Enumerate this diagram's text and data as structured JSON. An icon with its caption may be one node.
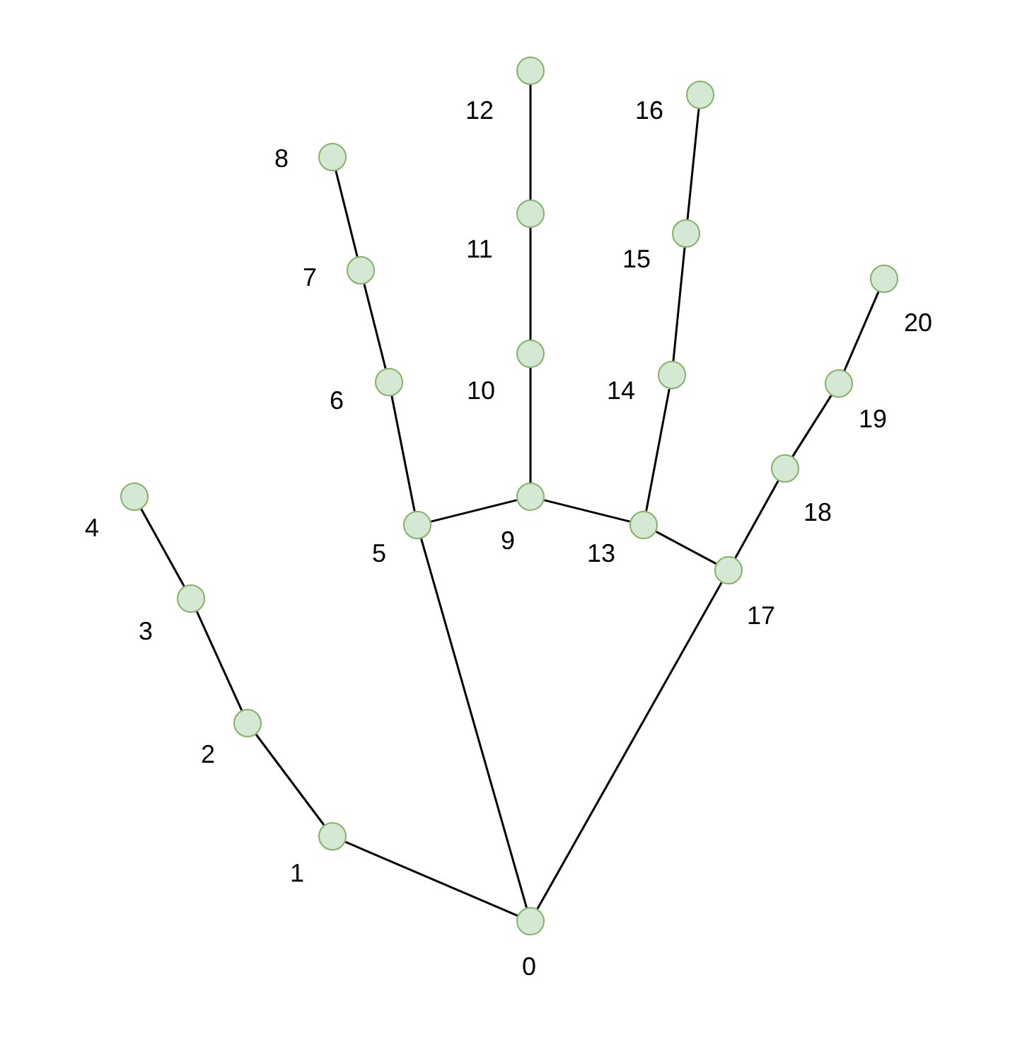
{
  "diagram": {
    "nodes": [
      {
        "text": [],
        "shape": "circle",
        "beside": [
          "0"
        ]
      },
      {
        "text": [],
        "shape": "circle",
        "beside": [
          "1"
        ]
      },
      {
        "text": [],
        "shape": "circle",
        "beside": [
          "2"
        ]
      },
      {
        "text": [],
        "shape": "circle",
        "beside": [
          "3"
        ]
      },
      {
        "text": [],
        "shape": "circle",
        "beside": [
          "4"
        ]
      },
      {
        "text": [],
        "shape": "circle",
        "beside": [
          "5"
        ]
      },
      {
        "text": [],
        "shape": "circle",
        "beside": [
          "6"
        ]
      },
      {
        "text": [],
        "shape": "circle",
        "beside": [
          "7"
        ]
      },
      {
        "text": [],
        "shape": "circle",
        "beside": [
          "8"
        ]
      },
      {
        "text": [],
        "shape": "circle",
        "beside": [
          "9"
        ]
      },
      {
        "text": [],
        "shape": "circle",
        "beside": [
          "10"
        ]
      },
      {
        "text": [],
        "shape": "circle",
        "beside": [
          "11"
        ]
      },
      {
        "text": [],
        "shape": "circle",
        "beside": [
          "12"
        ]
      },
      {
        "text": [],
        "shape": "circle",
        "beside": [
          "13"
        ]
      },
      {
        "text": [],
        "shape": "circle",
        "beside": [
          "14"
        ]
      },
      {
        "text": [],
        "shape": "circle",
        "beside": [
          "15"
        ]
      },
      {
        "text": [],
        "shape": "circle",
        "beside": [
          "16"
        ]
      },
      {
        "text": [],
        "shape": "circle",
        "beside": [
          "17"
        ]
      },
      {
        "text": [],
        "shape": "circle",
        "beside": [
          "18"
        ]
      },
      {
        "text": [],
        "shape": "circle",
        "beside": [
          "19"
        ]
      },
      {
        "text": [],
        "shape": "circle",
        "beside": [
          "20"
        ]
      }
    ],
    "edges": [
      {
        "from": 0,
        "to": 1,
        "arrow": "none"
      },
      {
        "from": 1,
        "to": 2,
        "arrow": "none"
      },
      {
        "from": 2,
        "to": 3,
        "arrow": "none"
      },
      {
        "from": 3,
        "to": 4,
        "arrow": "none"
      },
      {
        "from": 0,
        "to": 5,
        "arrow": "none"
      },
      {
        "from": 5,
        "to": 6,
        "arrow": "none"
      },
      {
        "from": 6,
        "to": 7,
        "arrow": "none"
      },
      {
        "from": 7,
        "to": 8,
        "arrow": "none"
      },
      {
        "from": 5,
        "to": 9,
        "arrow": "none"
      },
      {
        "from": 9,
        "to": 10,
        "arrow": "none"
      },
      {
        "from": 10,
        "to": 11,
        "arrow": "none"
      },
      {
        "from": 11,
        "to": 12,
        "arrow": "none"
      },
      {
        "from": 9,
        "to": 13,
        "arrow": "none"
      },
      {
        "from": 13,
        "to": 14,
        "arrow": "none"
      },
      {
        "from": 14,
        "to": 15,
        "arrow": "none"
      },
      {
        "from": 15,
        "to": 16,
        "arrow": "none"
      },
      {
        "from": 13,
        "to": 17,
        "arrow": "none"
      },
      {
        "from": 0,
        "to": 17,
        "arrow": "none"
      },
      {
        "from": 17,
        "to": 18,
        "arrow": "none"
      },
      {
        "from": 18,
        "to": 19,
        "arrow": "none"
      },
      {
        "from": 19,
        "to": 20,
        "arrow": "none"
      }
    ]
  }
}
